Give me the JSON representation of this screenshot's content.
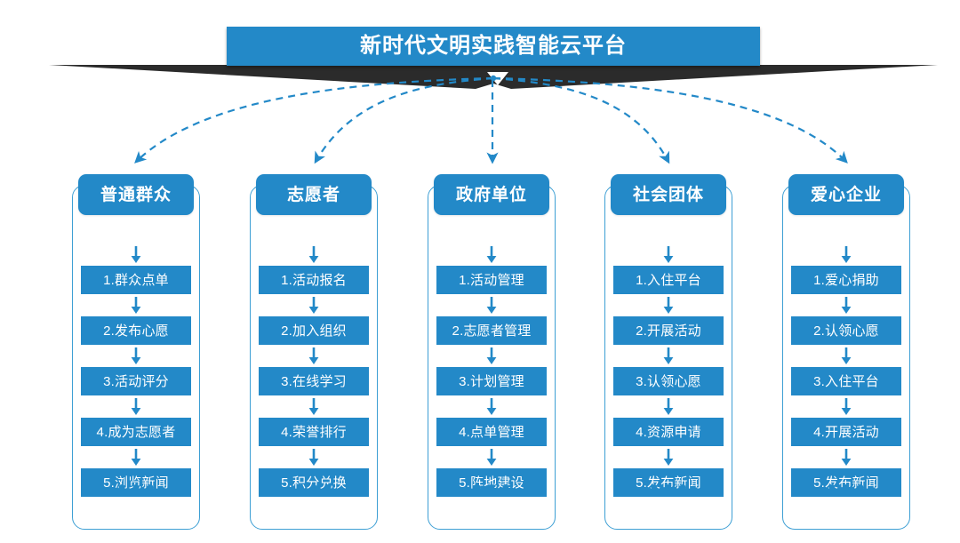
{
  "banner": {
    "title": "新时代文明实践智能云平台",
    "color": "#2389c8",
    "tail_color": "#2b2b2b"
  },
  "theme": {
    "accent": "#2389c8",
    "frame_border": "#3d9fd4",
    "connector": "#2389c8",
    "background": "#ffffff"
  },
  "diagram": {
    "type": "flow",
    "description": "中心平台向五类用户角色分发，每个角色下为编号功能流程",
    "ellipsis": "•••"
  },
  "columns": [
    {
      "header": "普通群众",
      "items": [
        "1.群众点单",
        "2.发布心愿",
        "3.活动评分",
        "4.成为志愿者",
        "5.浏览新闻"
      ],
      "more": "•••"
    },
    {
      "header": "志愿者",
      "items": [
        "1.活动报名",
        "2.加入组织",
        "3.在线学习",
        "4.荣誉排行",
        "5.积分兑换"
      ],
      "more": "•••"
    },
    {
      "header": "政府单位",
      "items": [
        "1.活动管理",
        "2.志愿者管理",
        "3.计划管理",
        "4.点单管理",
        "5.阵地建设"
      ],
      "more": "•••"
    },
    {
      "header": "社会团体",
      "items": [
        "1.入住平台",
        "2.开展活动",
        "3.认领心愿",
        "4.资源申请",
        "5.发布新闻"
      ],
      "more": "•••"
    },
    {
      "header": "爱心企业",
      "items": [
        "1.爱心捐助",
        "2.认领心愿",
        "3.入住平台",
        "4.开展活动",
        "5.发布新闻"
      ],
      "more": "•••"
    }
  ]
}
